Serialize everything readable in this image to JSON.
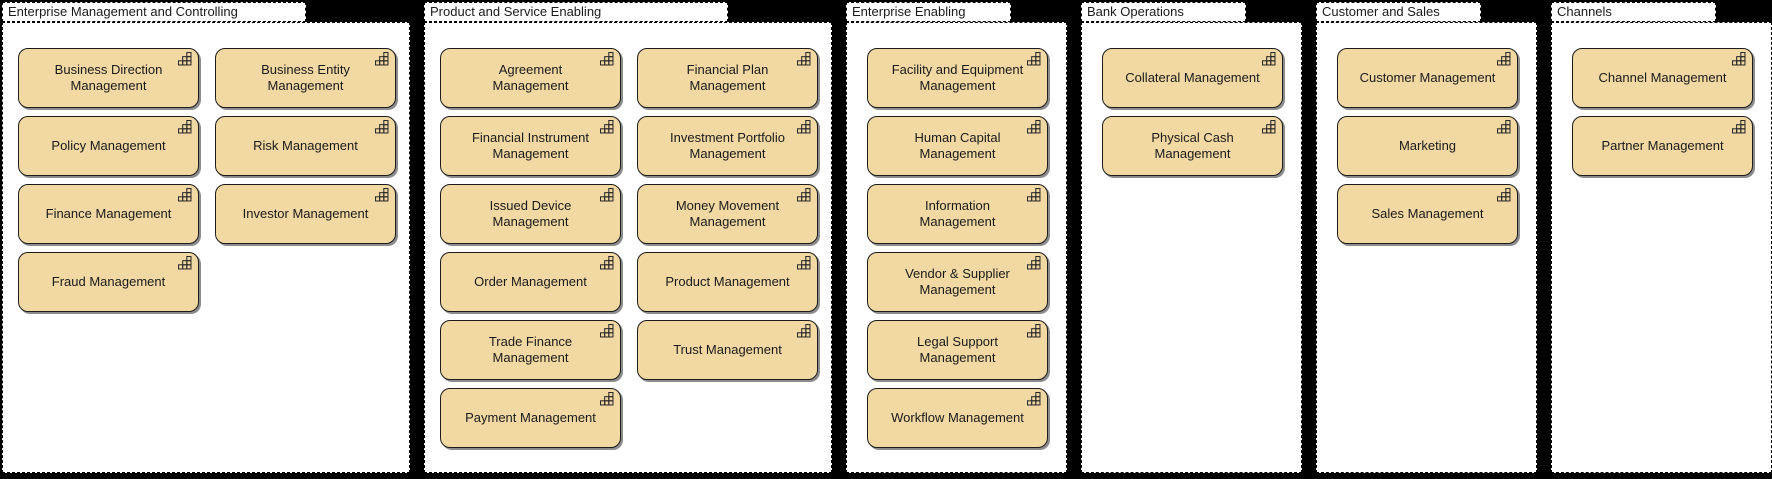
{
  "diagram": {
    "background_color": "#000000",
    "group_fill": "#FFFFFF",
    "group_border_color": "#000000",
    "element_fill": "#F2D8A3",
    "element_border_color": "#1C1C1C",
    "text_color": "#1A1A1A",
    "element_icon": "capability-staircase-grid-icon"
  },
  "groups": [
    {
      "title": "Enterprise Management and Controlling",
      "cols": 2,
      "boxes": [
        {
          "label": "Business Direction\nManagement",
          "row": 1,
          "col": 1
        },
        {
          "label": "Business Entity\nManagement",
          "row": 1,
          "col": 2
        },
        {
          "label": "Policy Management",
          "row": 2,
          "col": 1
        },
        {
          "label": "Risk Management",
          "row": 2,
          "col": 2
        },
        {
          "label": "Finance Management",
          "row": 3,
          "col": 1
        },
        {
          "label": "Investor Management",
          "row": 3,
          "col": 2
        },
        {
          "label": "Fraud Management",
          "row": 4,
          "col": 1
        }
      ]
    },
    {
      "title": "Product and Service Enabling",
      "cols": 2,
      "boxes": [
        {
          "label": "Agreement\nManagement",
          "row": 1,
          "col": 1
        },
        {
          "label": "Financial Plan\nManagement",
          "row": 1,
          "col": 2
        },
        {
          "label": "Financial Instrument\nManagement",
          "row": 2,
          "col": 1
        },
        {
          "label": "Investment Portfolio\nManagement",
          "row": 2,
          "col": 2
        },
        {
          "label": "Issued Device\nManagement",
          "row": 3,
          "col": 1
        },
        {
          "label": "Money Movement\nManagement",
          "row": 3,
          "col": 2
        },
        {
          "label": "Order Management",
          "row": 4,
          "col": 1
        },
        {
          "label": "Product Management",
          "row": 4,
          "col": 2
        },
        {
          "label": "Trade Finance\nManagement",
          "row": 5,
          "col": 1
        },
        {
          "label": "Trust Management",
          "row": 5,
          "col": 2
        },
        {
          "label": "Payment Management",
          "row": 6,
          "col": 1
        }
      ]
    },
    {
      "title": "Enterprise Enabling",
      "cols": 1,
      "boxes": [
        {
          "label": "Facility and Equipment\nManagement",
          "row": 1,
          "col": 1
        },
        {
          "label": "Human Capital\nManagement",
          "row": 2,
          "col": 1
        },
        {
          "label": "Information\nManagement",
          "row": 3,
          "col": 1
        },
        {
          "label": "Vendor & Supplier\nManagement",
          "row": 4,
          "col": 1
        },
        {
          "label": "Legal Support\nManagement",
          "row": 5,
          "col": 1
        },
        {
          "label": "Workflow Management",
          "row": 6,
          "col": 1
        }
      ]
    },
    {
      "title": "Bank Operations",
      "cols": 1,
      "boxes": [
        {
          "label": "Collateral Management",
          "row": 1,
          "col": 1
        },
        {
          "label": "Physical Cash\nManagement",
          "row": 2,
          "col": 1
        }
      ]
    },
    {
      "title": "Customer and Sales",
      "cols": 1,
      "boxes": [
        {
          "label": "Customer Management",
          "row": 1,
          "col": 1
        },
        {
          "label": "Marketing",
          "row": 2,
          "col": 1
        },
        {
          "label": "Sales Management",
          "row": 3,
          "col": 1
        }
      ]
    },
    {
      "title": "Channels",
      "cols": 1,
      "boxes": [
        {
          "label": "Channel Management",
          "row": 1,
          "col": 1
        },
        {
          "label": "Partner Management",
          "row": 2,
          "col": 1
        }
      ]
    }
  ]
}
